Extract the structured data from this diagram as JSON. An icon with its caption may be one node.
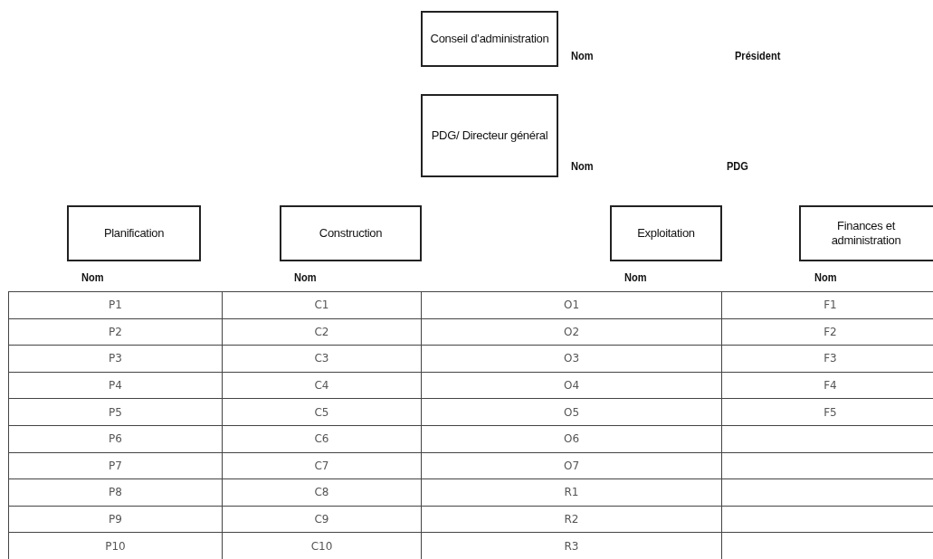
{
  "diagram": {
    "nodes": [
      {
        "text": [
          "Conseil d’administration"
        ],
        "beside": [
          "Nom"
        ]
      },
      {
        "text": [
          "PDG/ Directeur général"
        ],
        "beside": [
          "Nom"
        ]
      },
      {
        "text": [
          "Planification"
        ],
        "beside": [
          "Nom"
        ]
      },
      {
        "text": [
          "Construction"
        ],
        "beside": [
          "Nom"
        ]
      },
      {
        "text": [
          "Exploitation"
        ],
        "beside": [
          "Nom"
        ]
      },
      {
        "text": [
          "Finances et administration"
        ],
        "beside": [
          "Nom"
        ]
      }
    ],
    "labels": [
      "Président",
      "PDG",
      "P1",
      "C1",
      "O1",
      "F1",
      "P2",
      "C2",
      "O2",
      "F2",
      "P3",
      "C3",
      "O3",
      "F3",
      "P4",
      "C4",
      "O4",
      "F4",
      "P5",
      "C5",
      "O5",
      "F5",
      "P6",
      "C6",
      "O6",
      "P7",
      "C7",
      "O7",
      "P8",
      "C8",
      "R1",
      "P9",
      "C9",
      "R2",
      "P10",
      "C10",
      "R3"
    ]
  }
}
